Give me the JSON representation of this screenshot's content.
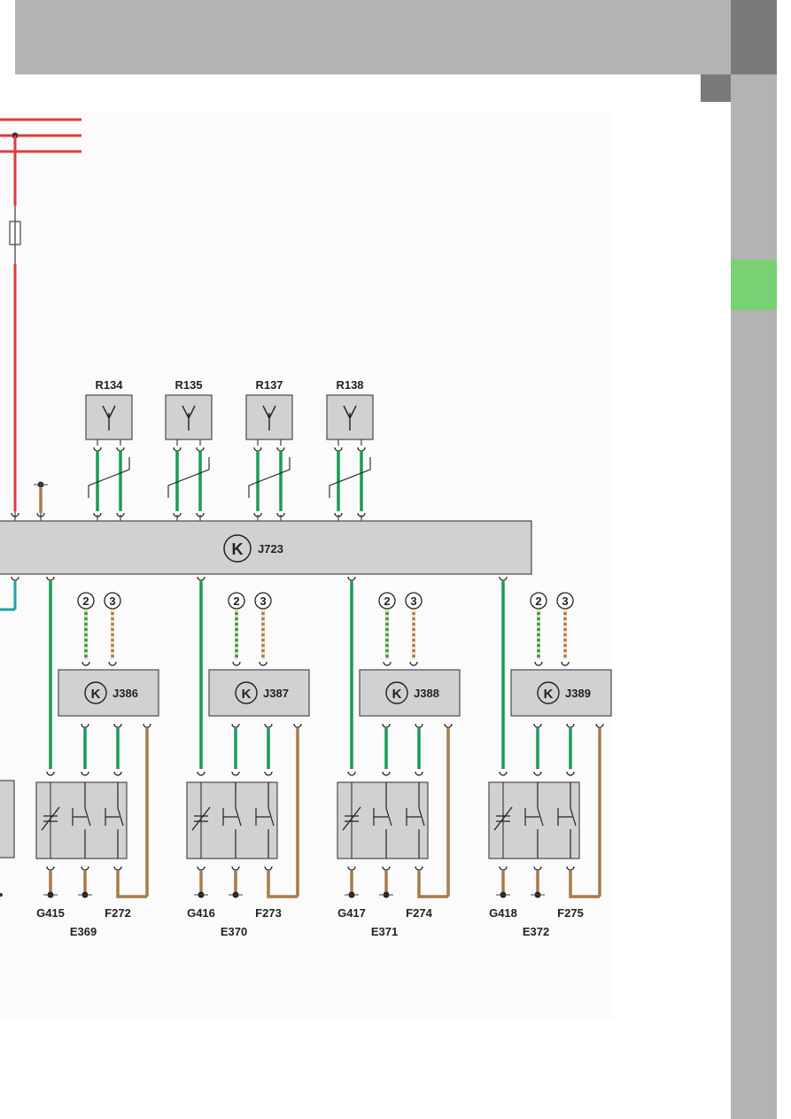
{
  "colors": {
    "power": "#e03a3e",
    "can_green": "#1a9b57",
    "brown": "#a87a4a",
    "teal": "#1aa3a8",
    "box_fill": "#d1d1d1",
    "box_stroke": "#4a4a4a",
    "header": "#b3b3b3",
    "tab_dark": "#7a7a7a",
    "accent_green": "#78d172"
  },
  "antennas": [
    {
      "label": "R134"
    },
    {
      "label": "R135"
    },
    {
      "label": "R137"
    },
    {
      "label": "R138"
    }
  ],
  "main_unit": {
    "label": "J723",
    "symbol": "K"
  },
  "sub_units": [
    {
      "label": "J386",
      "symbol": "K",
      "pin_a": "2",
      "pin_b": "3",
      "sensor": "G415",
      "switch": "F272",
      "unit": "E369"
    },
    {
      "label": "J387",
      "symbol": "K",
      "pin_a": "2",
      "pin_b": "3",
      "sensor": "G416",
      "switch": "F273",
      "unit": "E370"
    },
    {
      "label": "J388",
      "symbol": "K",
      "pin_a": "2",
      "pin_b": "3",
      "sensor": "G417",
      "switch": "F274",
      "unit": "E371"
    },
    {
      "label": "J389",
      "symbol": "K",
      "pin_a": "2",
      "pin_b": "3",
      "sensor": "G418",
      "switch": "F275",
      "unit": "E372"
    }
  ]
}
